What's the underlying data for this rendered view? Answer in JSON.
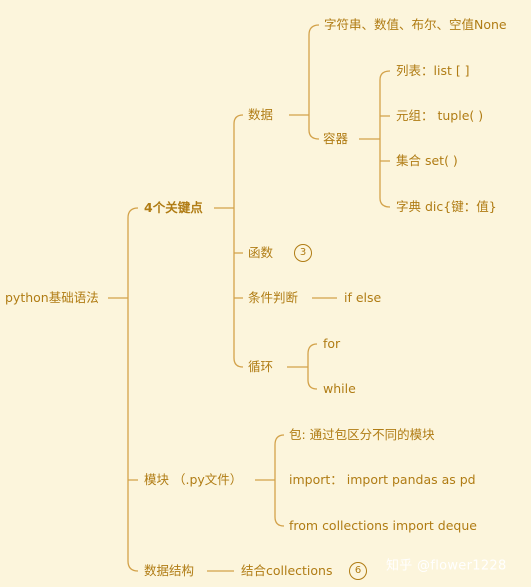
{
  "diagram": {
    "root": "python基础语法",
    "l1_key_points": "4个关键点",
    "l1_modules": "模块 （.py文件）",
    "l1_data_structures": "数据结构",
    "data": "数据",
    "data_scalars": "字符串、数值、布尔、空值None",
    "container": "容器",
    "container_list": "列表：list [ ]",
    "container_tuple": "元组： tuple( )",
    "container_set": "集合 set( )",
    "container_dict": "字典 dic{键：值}",
    "function": "函数",
    "function_badge": "3",
    "condition": "条件判断",
    "condition_detail": "if else",
    "loop": "循环",
    "loop_for": "for",
    "loop_while": "while",
    "module_package": "包: 通过包区分不同的模块",
    "module_import": "import： import pandas as pd",
    "module_from": "from  collections import deque",
    "ds_combine": "结合collections",
    "ds_badge": "6"
  },
  "watermark": "知乎 @flower1228",
  "colors": {
    "background": "#fcf5dc",
    "line": "#d3a24a",
    "text": "#b07c14"
  }
}
